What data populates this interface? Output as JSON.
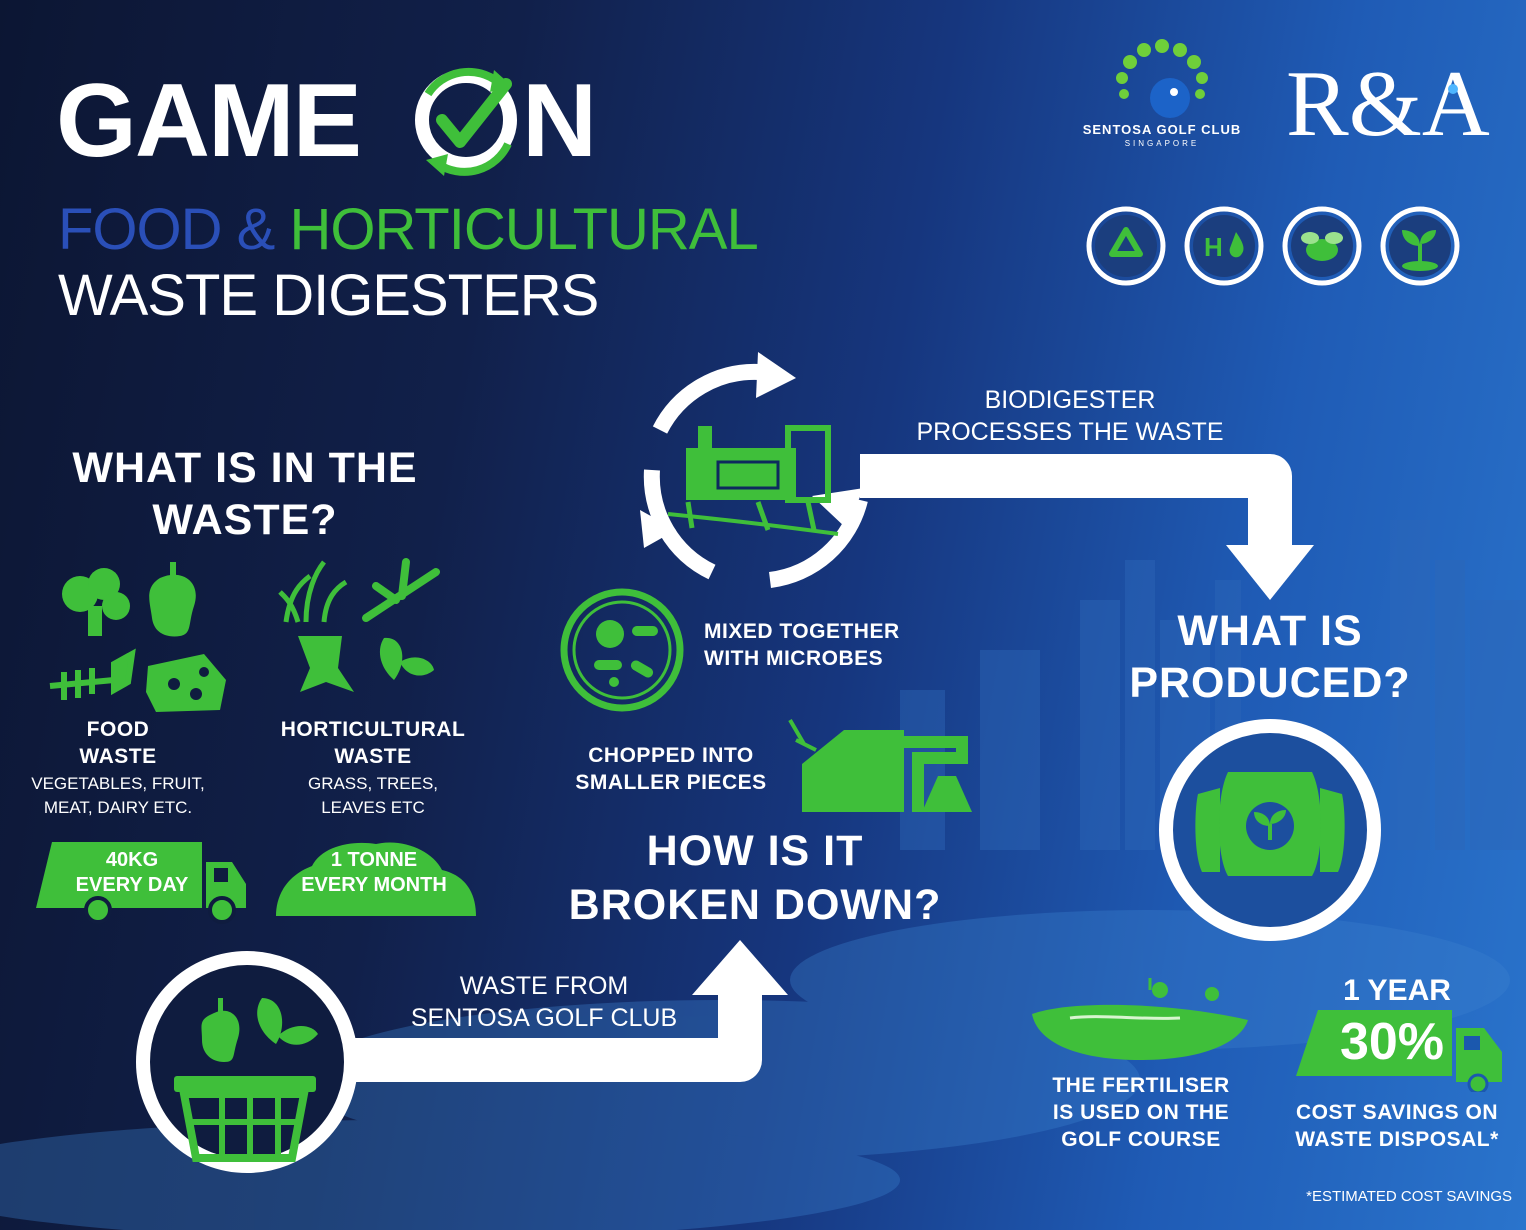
{
  "colors": {
    "accent_green": "#3fbf3a",
    "navy": "#0c1633",
    "blue": "#1f5bb5",
    "white": "#ffffff",
    "title_blue": "#2a4fb8"
  },
  "header": {
    "logo_part1": "GAME",
    "logo_part2": "N",
    "subtitle_part1": "FOOD &",
    "subtitle_part2": "HORTICULTURAL",
    "subtitle_line2": "WASTE DIGESTERS"
  },
  "partners": {
    "club_name": "SENTOSA GOLF CLUB",
    "club_location": "SINGAPORE",
    "ra_logo": "R&A"
  },
  "badges": [
    {
      "icon": "recycle-icon"
    },
    {
      "icon": "h2o-cycle-icon"
    },
    {
      "icon": "bee-icon"
    },
    {
      "icon": "sprout-icon"
    }
  ],
  "waste_section": {
    "title_line1": "WHAT IS IN THE",
    "title_line2": "WASTE?",
    "food": {
      "title_line1": "FOOD",
      "title_line2": "WASTE",
      "desc_line1": "VEGETABLES, FRUIT,",
      "desc_line2": "MEAT, DAIRY ETC.",
      "amount_line1": "40KG",
      "amount_line2": "EVERY DAY"
    },
    "horti": {
      "title_line1": "HORTICULTURAL",
      "title_line2": "WASTE",
      "desc_line1": "GRASS, TREES,",
      "desc_line2": "LEAVES ETC",
      "amount_line1": "1 TONNE",
      "amount_line2": "EVERY MONTH"
    }
  },
  "flow": {
    "source_line1": "WASTE FROM",
    "source_line2": "SENTOSA GOLF CLUB",
    "biodigester_line1": "BIODIGESTER",
    "biodigester_line2": "PROCESSES THE WASTE"
  },
  "breakdown": {
    "title_line1": "HOW IS IT",
    "title_line2": "BROKEN DOWN?",
    "step_chop_line1": "CHOPPED INTO",
    "step_chop_line2": "SMALLER PIECES",
    "step_mix_line1": "MIXED TOGETHER",
    "step_mix_line2": "WITH MICROBES"
  },
  "produced": {
    "title_line1": "WHAT IS",
    "title_line2": "PRODUCED?",
    "fertiliser_line1": "THE FERTILISER",
    "fertiliser_line2": "IS USED ON THE",
    "fertiliser_line3": "GOLF COURSE",
    "period": "1 YEAR",
    "percent": "30%",
    "savings_line1": "COST SAVINGS ON",
    "savings_line2": "WASTE DISPOSAL*",
    "footnote": "*ESTIMATED COST SAVINGS"
  }
}
